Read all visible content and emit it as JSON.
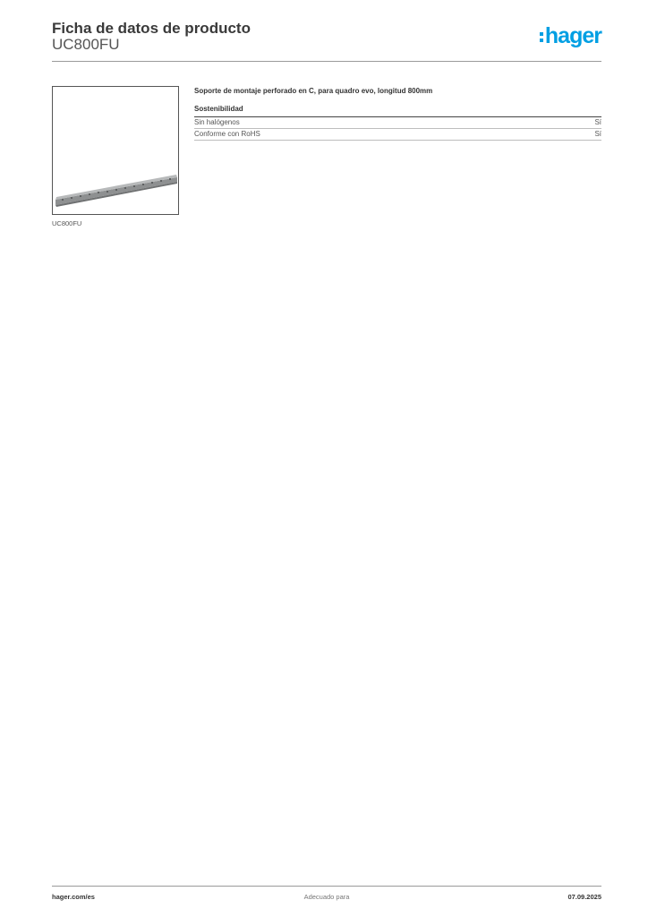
{
  "header": {
    "title": "Ficha de datos de producto",
    "product_code": "UC800FU",
    "logo_text": "hager",
    "brand_color": "#009fe3"
  },
  "product": {
    "image_icon": "mounting-rail-image",
    "image_caption": "UC800FU",
    "description": "Soporte de montaje perforado en C,  para quadro evo, longitud 800mm"
  },
  "sections": [
    {
      "title": "Sostenibilidad",
      "rows": [
        {
          "label": "Sin halógenos",
          "value": "Sí"
        },
        {
          "label": "Conforme con RoHS",
          "value": "Sí"
        }
      ]
    }
  ],
  "footer": {
    "website": "hager.com/es",
    "center_text": "Adecuado para",
    "date": "07.09.2025"
  }
}
